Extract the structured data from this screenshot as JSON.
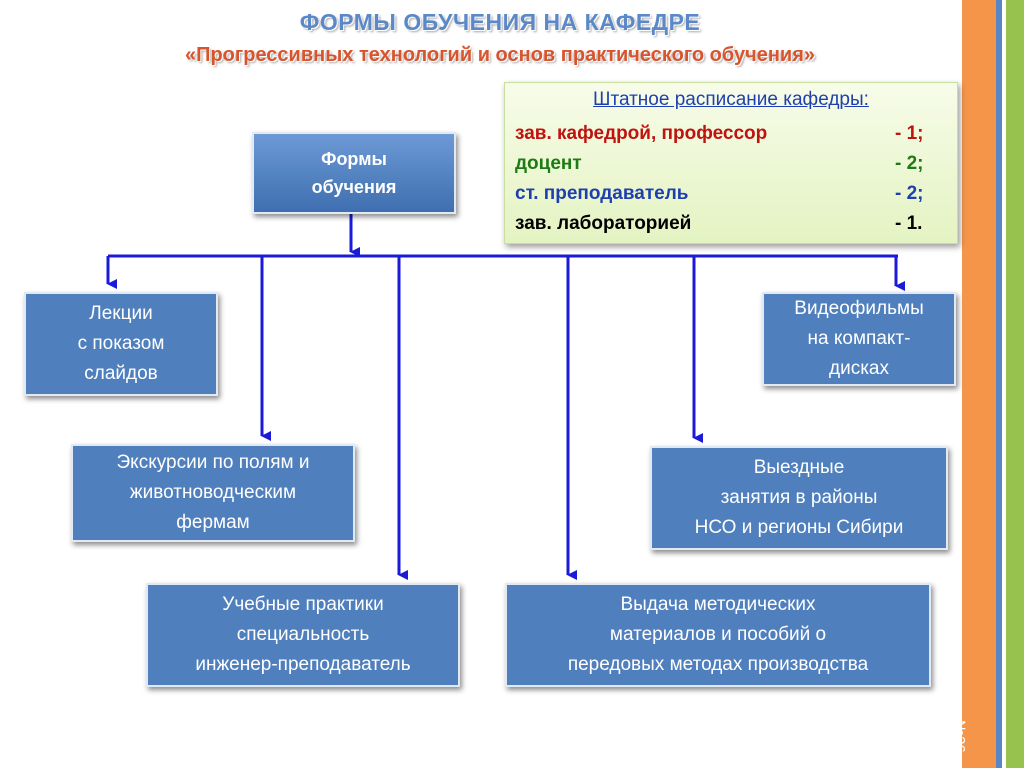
{
  "title": {
    "line1": "ФОРМЫ ОБУЧЕНИЯ НА КАФЕДРЕ",
    "line2": "«Прогрессивных технологий и основ практического обучения»"
  },
  "staff": {
    "title": "Штатное расписание кафедры:",
    "rows": [
      {
        "role": "зав. кафедрой, профессор",
        "count": "- 1;",
        "color": "#c0120e"
      },
      {
        "role": "доцент",
        "count": "- 2;",
        "color": "#1d7a16"
      },
      {
        "role": "ст. преподаватель",
        "count": "- 2;",
        "color": "#1f3fb0"
      },
      {
        "role": "зав. лабораторией",
        "count": "- 1.",
        "color": "#000000"
      }
    ]
  },
  "root": {
    "label": "Формы\nобучения"
  },
  "forms": [
    {
      "label": "Лекции\nс показом\nслайдов"
    },
    {
      "label": "Экскурсии по полям и\nживотноводческим\nфермам"
    },
    {
      "label": "Учебные практики\nспециальность\nинженер-преподаватель"
    },
    {
      "label": "Выдача методических\nматериалов и пособий о\nпередовых методах производства"
    },
    {
      "label": "Выездные\nзанятия в районы\nНСО и регионы Сибири"
    },
    {
      "label": "Видеофильмы\nна компакт-\nдисках"
    }
  ],
  "page_number": "№36",
  "colors": {
    "box_fill": "#4f7fbd",
    "arrow": "#1a1ad8",
    "stripe_orange": "#f5954a",
    "stripe_blue": "#5b86c4",
    "stripe_green": "#98c24e"
  }
}
